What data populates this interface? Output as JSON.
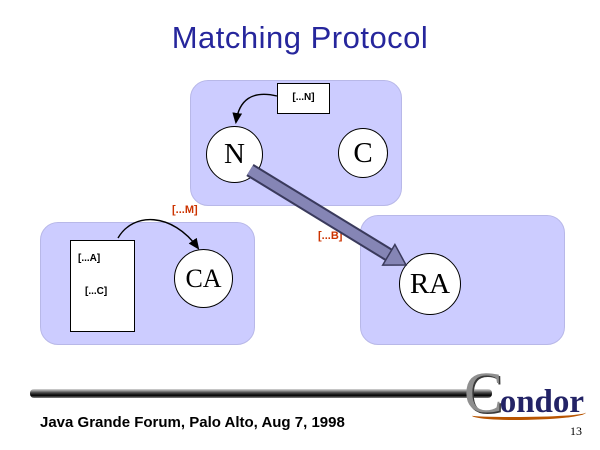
{
  "title": "Matching Protocol",
  "labels": {
    "ad_n": "[...N]",
    "ad_a": "[...A]",
    "ad_c": "[...C]",
    "ad_m": "[...M]",
    "ad_b": "[...B]"
  },
  "nodes": {
    "n": "N",
    "c": "C",
    "ca": "CA",
    "ra": "RA"
  },
  "footer": {
    "caption": "Java Grande Forum, Palo Alto, Aug 7, 1998",
    "page_number": "13"
  },
  "logo": {
    "initial": "C",
    "rest": "ondor"
  },
  "colors": {
    "group_fill": "#ccccff",
    "title_color": "#26269c",
    "red_label": "#cc3300",
    "thick_arrow_fill": "#8585b5",
    "thick_arrow_outline": "#3a3a5c"
  }
}
